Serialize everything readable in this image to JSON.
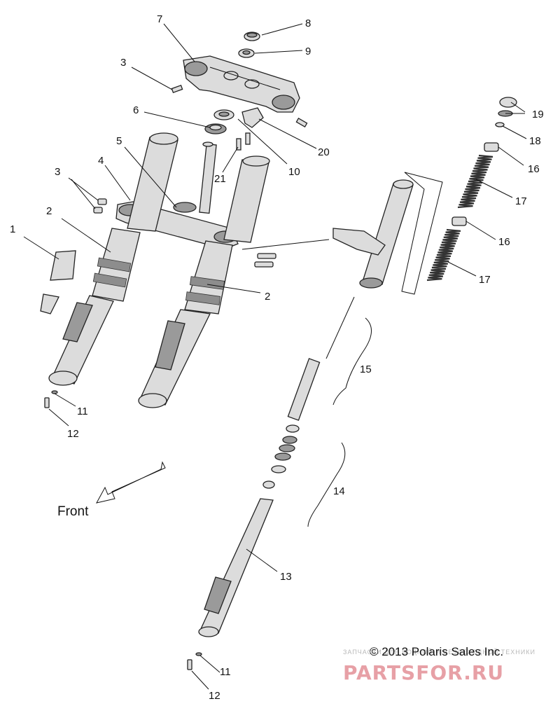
{
  "callouts": {
    "c1": "1",
    "c2a": "2",
    "c2b": "2",
    "c3a": "3",
    "c3b": "3",
    "c4": "4",
    "c5": "5",
    "c6": "6",
    "c7": "7",
    "c8": "8",
    "c9": "9",
    "c10": "10",
    "c11a": "11",
    "c11b": "11",
    "c12a": "12",
    "c12b": "12",
    "c13": "13",
    "c14": "14",
    "c15": "15",
    "c16a": "16",
    "c16b": "16",
    "c17a": "17",
    "c17b": "17",
    "c18": "18",
    "c19": "19",
    "c20": "20",
    "c21": "21"
  },
  "direction_label": "Front",
  "copyright": "© 2013 Polaris Sales Inc.",
  "watermark": {
    "tagline": "ЗАПЧАСТИ ДЛЯ ВОДНОЙ И ВЕЗДЕХОДНОЙ ТЕХНИКИ",
    "logo": "PARTSFOR.RU"
  },
  "colors": {
    "line": "#222222",
    "watermark": "#e7a0a6"
  }
}
